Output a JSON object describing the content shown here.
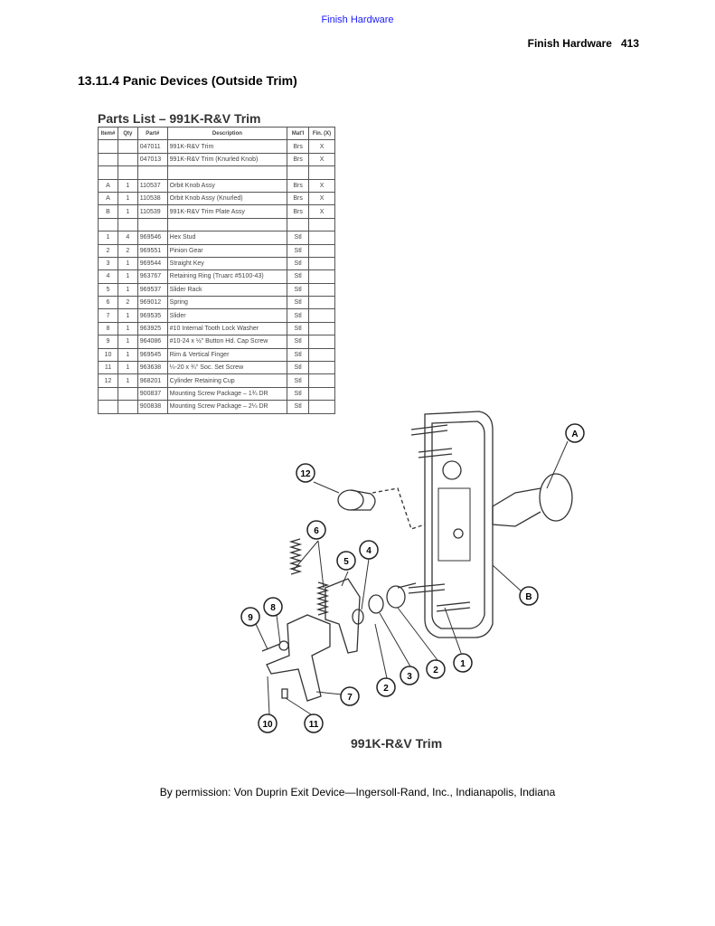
{
  "header_link": "Finish Hardware",
  "running_head": {
    "title": "Finish Hardware",
    "page": "413"
  },
  "section_title": "13.11.4 Panic Devices (Outside Trim)",
  "parts_list": {
    "title": "Parts List – 991K-R&V Trim",
    "columns": [
      "Item#",
      "Qty",
      "Part#",
      "Description",
      "Mat'l",
      "Fin. (X)"
    ],
    "rows": [
      [
        "",
        "",
        "047011",
        "991K-R&V Trim",
        "Brs",
        "X"
      ],
      [
        "",
        "",
        "047013",
        "991K-R&V Trim (Knurled Knob)",
        "Brs",
        "X"
      ],
      [
        "",
        "",
        "",
        "",
        "",
        ""
      ],
      [
        "A",
        "1",
        "110537",
        "Orbit Knob Assy",
        "Brs",
        "X"
      ],
      [
        "A",
        "1",
        "110538",
        "Orbit Knob Assy (Knurled)",
        "Brs",
        "X"
      ],
      [
        "B",
        "1",
        "110539",
        "991K-R&V Trim Plate Assy",
        "Brs",
        "X"
      ],
      [
        "",
        "",
        "",
        "",
        "",
        ""
      ],
      [
        "1",
        "4",
        "969546",
        "Hex Stud",
        "Stl",
        ""
      ],
      [
        "2",
        "2",
        "969551",
        "Pinion Gear",
        "Stl",
        ""
      ],
      [
        "3",
        "1",
        "969544",
        "Straight Key",
        "Stl",
        ""
      ],
      [
        "4",
        "1",
        "963767",
        "Retaining Ring (Truarc #5100-43)",
        "Stl",
        ""
      ],
      [
        "5",
        "1",
        "969537",
        "Slider Rack",
        "Stl",
        ""
      ],
      [
        "6",
        "2",
        "969012",
        "Spring",
        "Stl",
        ""
      ],
      [
        "7",
        "1",
        "969535",
        "Slider",
        "Stl",
        ""
      ],
      [
        "8",
        "1",
        "963925",
        "#10 Internal Tooth Lock Washer",
        "Stl",
        ""
      ],
      [
        "9",
        "1",
        "964086",
        "#10-24 x ½\" Button Hd. Cap Screw",
        "Stl",
        ""
      ],
      [
        "10",
        "1",
        "969545",
        "Rim & Vertical Finger",
        "Stl",
        ""
      ],
      [
        "11",
        "1",
        "963638",
        "¼-20 x ¾\" Soc. Set Screw",
        "Stl",
        ""
      ],
      [
        "12",
        "1",
        "968201",
        "Cylinder Retaining Cup",
        "Stl",
        ""
      ],
      [
        "",
        "",
        "900837",
        "Mounting Screw Package – 1¾ DR",
        "Stl",
        ""
      ],
      [
        "",
        "",
        "900838",
        "Mounting Screw Package – 2¼ DR",
        "Stl",
        ""
      ]
    ]
  },
  "diagram": {
    "caption": "991K-R&V Trim",
    "callouts": [
      "A",
      "12",
      "6",
      "5",
      "4",
      "B",
      "8",
      "9",
      "2",
      "3",
      "2",
      "1",
      "7",
      "10",
      "11"
    ]
  },
  "credit": "By permission: Von Duprin Exit Device—Ingersoll-Rand, Inc., Indianapolis, Indiana"
}
